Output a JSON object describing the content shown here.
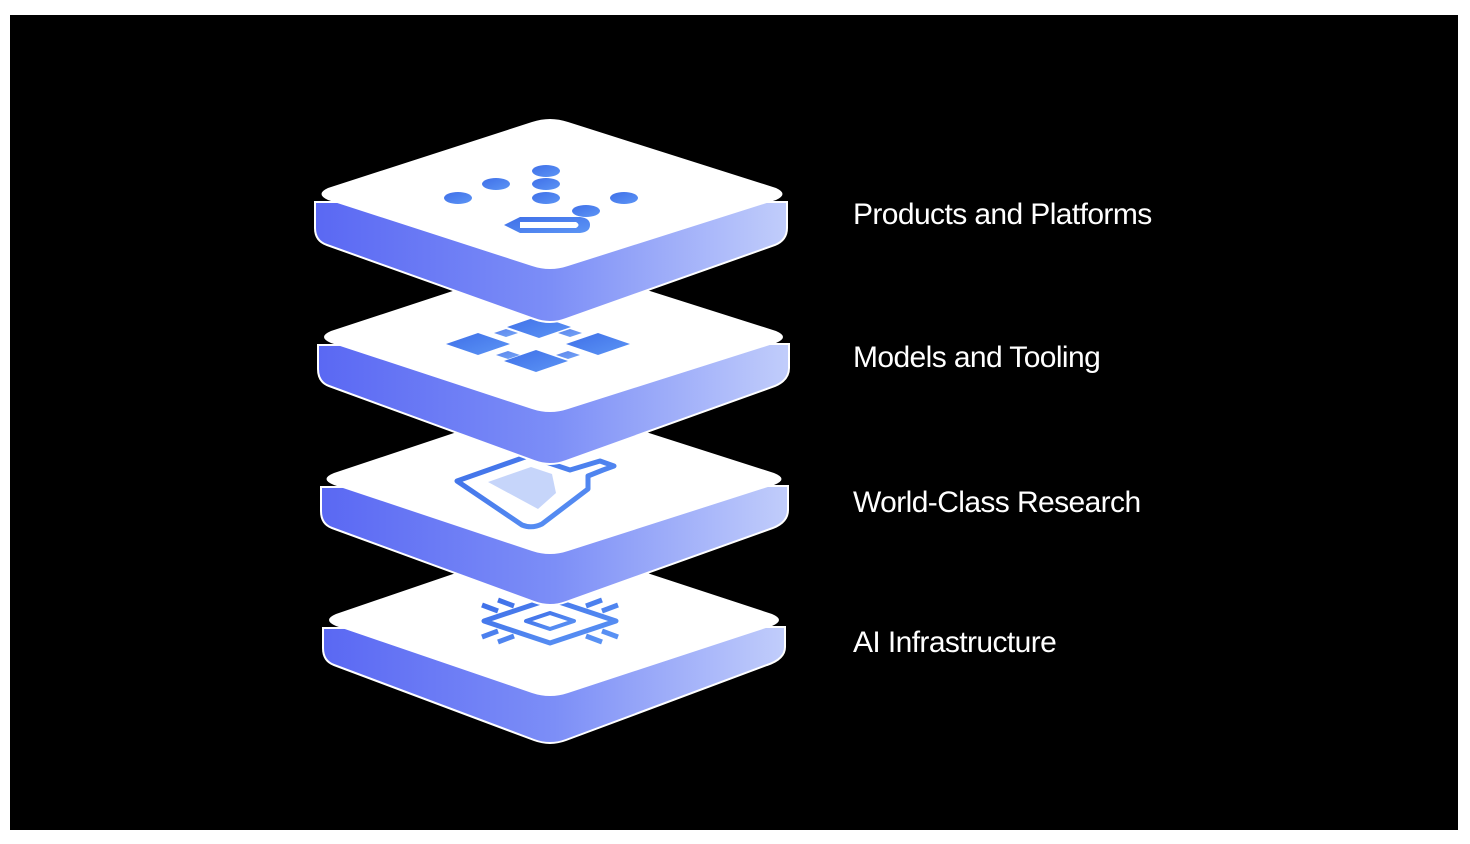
{
  "layers": [
    {
      "label": "Products and Platforms",
      "icon": "app-dots-icon"
    },
    {
      "label": "Models and Tooling",
      "icon": "model-blocks-icon"
    },
    {
      "label": "World-Class Research",
      "icon": "flask-icon"
    },
    {
      "label": "AI Infrastructure",
      "icon": "chip-icon"
    }
  ],
  "colors": {
    "background": "#000000",
    "tile_top": "#ffffff",
    "tile_side_dark": "#5b6cf2",
    "tile_side_light": "#b7c4fb",
    "icon_blue": "#4a7fef"
  }
}
